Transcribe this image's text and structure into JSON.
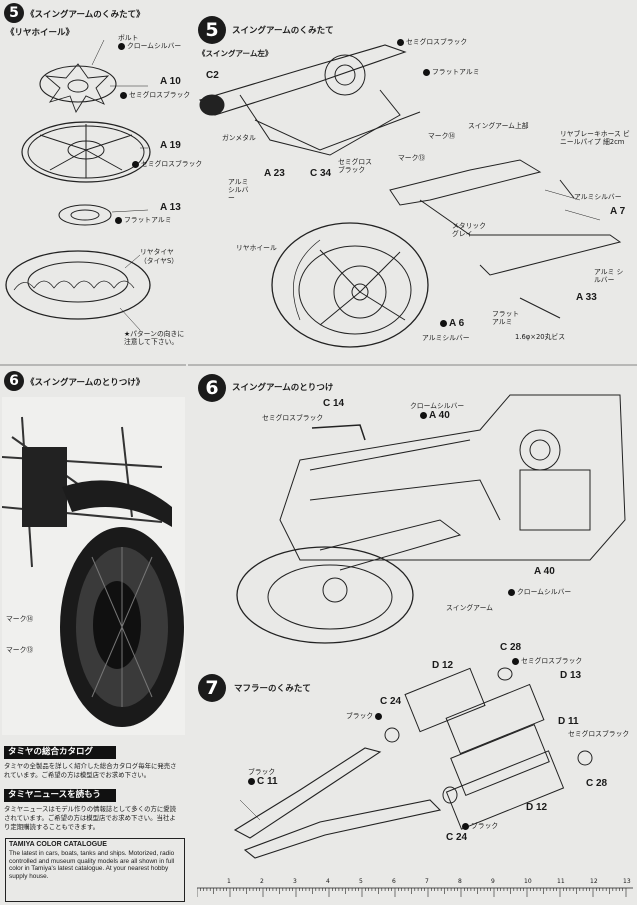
{
  "step5_left": {
    "number": "5",
    "title": "《スイングアームのくみたて》",
    "subtitle": "《リヤホイール》",
    "labels": {
      "bolt": "ボルト",
      "chrome_silver": "クロームシルバー",
      "a10": "A 10",
      "semigloss1": "セミグロスブラック",
      "a19": "A 19",
      "semigloss2": "セミグロスブラック",
      "a13": "A 13",
      "flat_alu": "フラットアルミ",
      "rear_tire": "リヤタイヤ",
      "tires": "（タイヤS）",
      "pattern_note": "★パターンの向きに注意して下さい。"
    }
  },
  "step5_right": {
    "number": "5",
    "title": "スイングアームのくみたて",
    "subtitle": "《スイングアーム左》",
    "labels": {
      "semigloss_top": "セミグロスブラック",
      "c2": "C2",
      "flat_alu": "フラットアルミ",
      "gunmetal": "ガンメタル",
      "alu_silver": "アルミ シルバー",
      "a23": "A 23",
      "c34": "C 34",
      "semigloss_c34": "セミグロス ブラック",
      "mark14": "マーク⑭",
      "mark13": "マーク⑬",
      "swingarm_ass": "スイングアーム上部",
      "hose": "リヤブレーキホース ビニールパイプ 細2cm",
      "alu_silver2": "アルミシルバー",
      "a7": "A 7",
      "metallic_grey": "メタリック グレイ",
      "rear_wheel": "リヤホイール",
      "alu_silver3": "アルミ シルバー",
      "a33": "A 33",
      "flat_alu2": "フラット アルミ",
      "screw": "1.6φ×20丸ビス",
      "a6": "A 6",
      "alu_silver4": "アルミシルバー"
    }
  },
  "step6_left": {
    "number": "6",
    "title": "《スイングアームのとりつけ》",
    "mark14": "マーク⑭",
    "mark13": "マーク⑬"
  },
  "step6_right": {
    "number": "6",
    "title": "スイングアームのとりつけ",
    "labels": {
      "c14": "C 14",
      "semigloss": "セミグロスブラック",
      "chrome_silver": "クロームシルバー",
      "a40": "A 40",
      "a40b": "A 40",
      "chrome_silver2": "クロームシルバー",
      "swingarm": "スイングアーム"
    }
  },
  "step7": {
    "number": "7",
    "title": "マフラーのくみたて",
    "labels": {
      "c28a": "C 28",
      "semigloss_a": "セミグロスブラック",
      "d12a": "D 12",
      "d13": "D 13",
      "c24a": "C 24",
      "black_a": "ブラック",
      "d11": "D 11",
      "semigloss_b": "セミグロスブラック",
      "black_c11": "ブラック",
      "c11": "C 11",
      "c28b": "C 28",
      "d12b": "D 12",
      "black_b": "ブラック",
      "c24b": "C 24"
    }
  },
  "catalogue": {
    "head1": "タミヤの総合カタログ",
    "text1": "タミヤの全製品を詳しく紹介した総合カタログ毎年に発売されています。ご希望の方は模型店でお求め下さい。",
    "head2": "タミヤニュースを読もう",
    "text2": "タミヤニュースはモデル作りの情報誌として多くの方に愛読されています。ご希望の方は模型店でお求め下さい。当社より定期購読することもできます。",
    "box_title": "TAMIYA COLOR CATALOGUE",
    "box_text": "The latest in cars, boats, tanks and ships. Motorized, radio controlled and museum quality models are all shown in full color in Tamiya's latest catalogue. At your nearest hobby supply house."
  },
  "ruler": {
    "numbers": [
      "1",
      "2",
      "3",
      "4",
      "5",
      "6",
      "7",
      "8",
      "9",
      "10",
      "11",
      "12",
      "13"
    ]
  }
}
